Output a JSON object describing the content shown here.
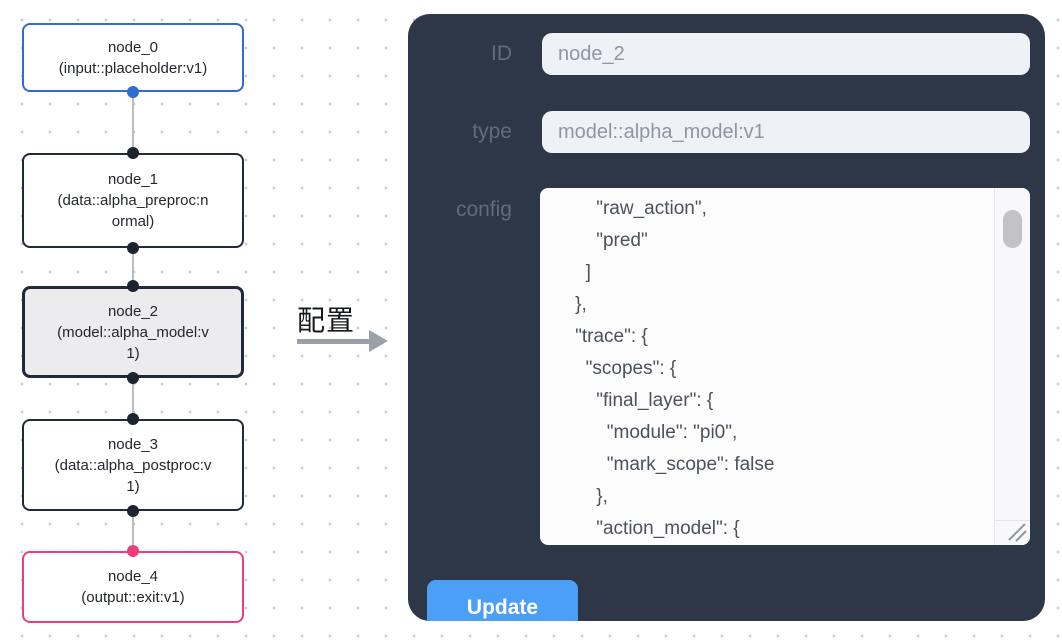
{
  "flow": {
    "nodes": [
      {
        "id": "node_0",
        "type_label": "(input::placeholder:v1)",
        "state": "input"
      },
      {
        "id": "node_1",
        "type_label": "(data::alpha_preproc:normal)",
        "state": "default"
      },
      {
        "id": "node_2",
        "type_label": "(model::alpha_model:v1)",
        "state": "selected"
      },
      {
        "id": "node_3",
        "type_label": "(data::alpha_postproc:v1)",
        "state": "default"
      },
      {
        "id": "node_4",
        "type_label": "(output::exit:v1)",
        "state": "output"
      }
    ],
    "arrow_label": "配置"
  },
  "panel": {
    "id_label": "ID",
    "id_value": "node_2",
    "type_label": "type",
    "type_value": "model::alpha_model:v1",
    "config_label": "config",
    "config_value": "        \"raw_action\",\n        \"pred\"\n      ]\n    },\n    \"trace\": {\n      \"scopes\": {\n        \"final_layer\": {\n          \"module\": \"pi0\",\n          \"mark_scope\": false\n        },\n        \"action_model\": {",
    "update_label": "Update"
  },
  "colors": {
    "panel-bg": "#2d3748",
    "button-blue": "#4b9ff7",
    "input-node-blue": "#2f6bd0",
    "output-node-pink": "#ee3d7d",
    "selected-node-border": "#222938",
    "port-dark": "#1c2430"
  }
}
